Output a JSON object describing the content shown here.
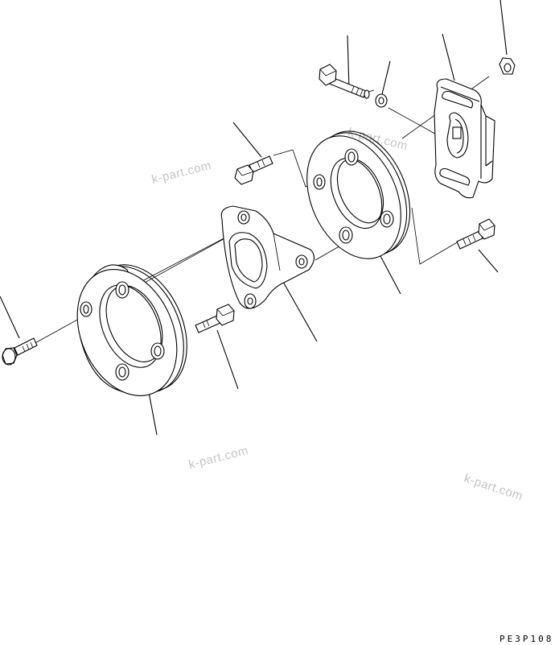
{
  "drawing_code": "PE3P108",
  "watermarks": [
    "k-part.com",
    "k-part.com",
    "k-part.com",
    "k-part.com"
  ]
}
